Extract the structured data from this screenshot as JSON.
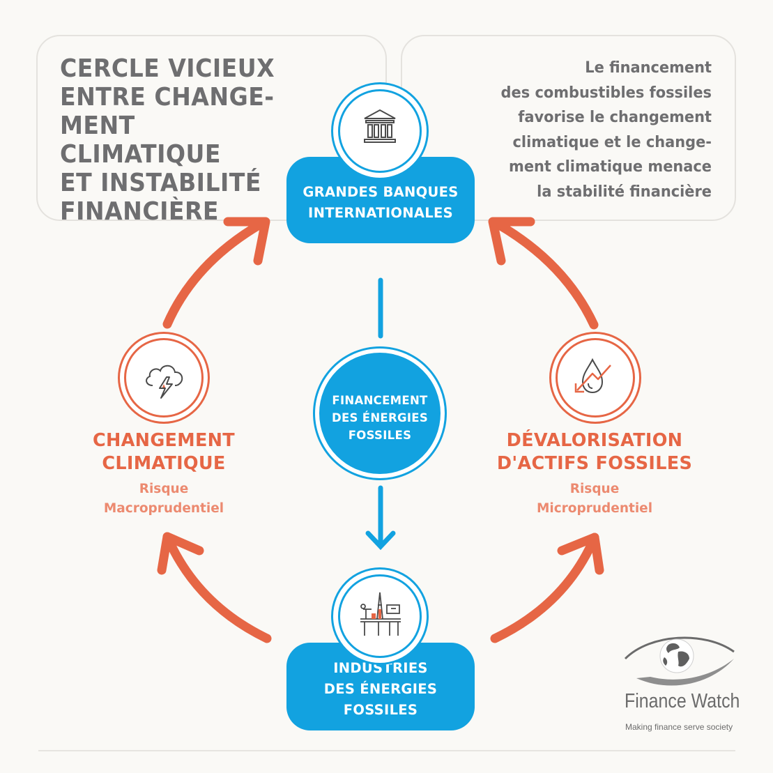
{
  "header": {
    "title": "CERCLE VICIEUX\nENTRE CHANGE-\nMENT CLIMATIQUE\nET INSTABILITÉ\nFINANCIÈRE",
    "intro": "Le financement\ndes combustibles fossiles\nfavorise le changement\nclimatique et le change-\nment climatique menace\nla stabilité financière"
  },
  "nodes": {
    "banks": {
      "label": "GRANDES BANQUES\nINTERNATIONALES",
      "icon": "bank-icon"
    },
    "industries": {
      "label": "INDUSTRIES\nDES ÉNERGIES\nFOSSILES",
      "icon": "oil-rig-icon"
    },
    "financing": {
      "label": "FINANCEMENT\nDES ÉNERGIES\nFOSSILES"
    },
    "climate": {
      "title": "CHANGEMENT\nCLIMATIQUE",
      "subtitle": "Risque\nMacroprudentiel",
      "icon": "storm-cloud-icon"
    },
    "devaluation": {
      "title": "DÉVALORISATION\nD'ACTIFS FOSSILES",
      "subtitle": "Risque\nMicroprudentiel",
      "icon": "oil-drop-decline-icon"
    }
  },
  "brand": {
    "name": "Finance Watch",
    "tagline": "Making finance serve society",
    "icon": "eye-globe-logo"
  },
  "colors": {
    "blue": "#12a2e0",
    "orange": "#e66645",
    "orange_light": "#ec8a70",
    "gray_text": "#6e6e70",
    "background": "#faf9f6"
  }
}
